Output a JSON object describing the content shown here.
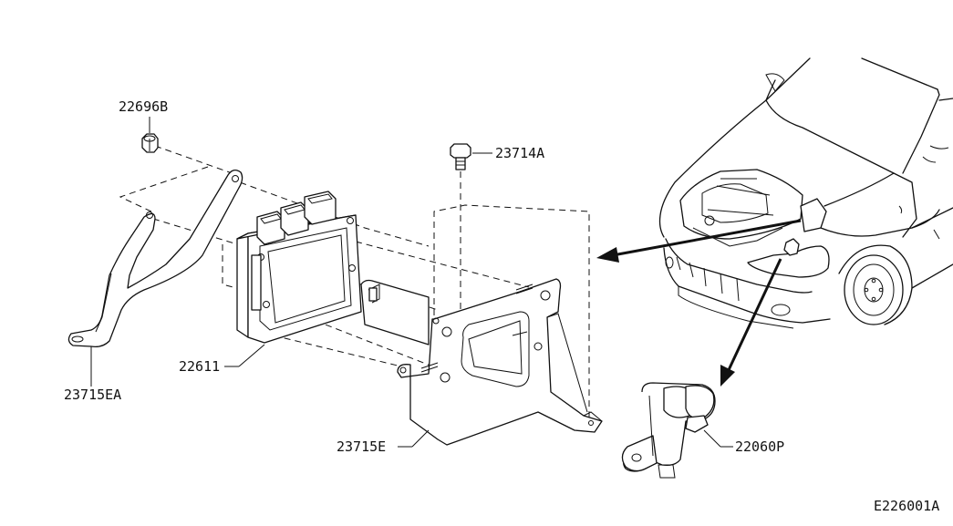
{
  "parts": {
    "nut": "22696B",
    "bolt": "23714A",
    "bracket_small": "23715EA",
    "ecm": "22611",
    "bracket_main": "23715E",
    "sensor": "22060P"
  },
  "diagram_id": "E226001A"
}
